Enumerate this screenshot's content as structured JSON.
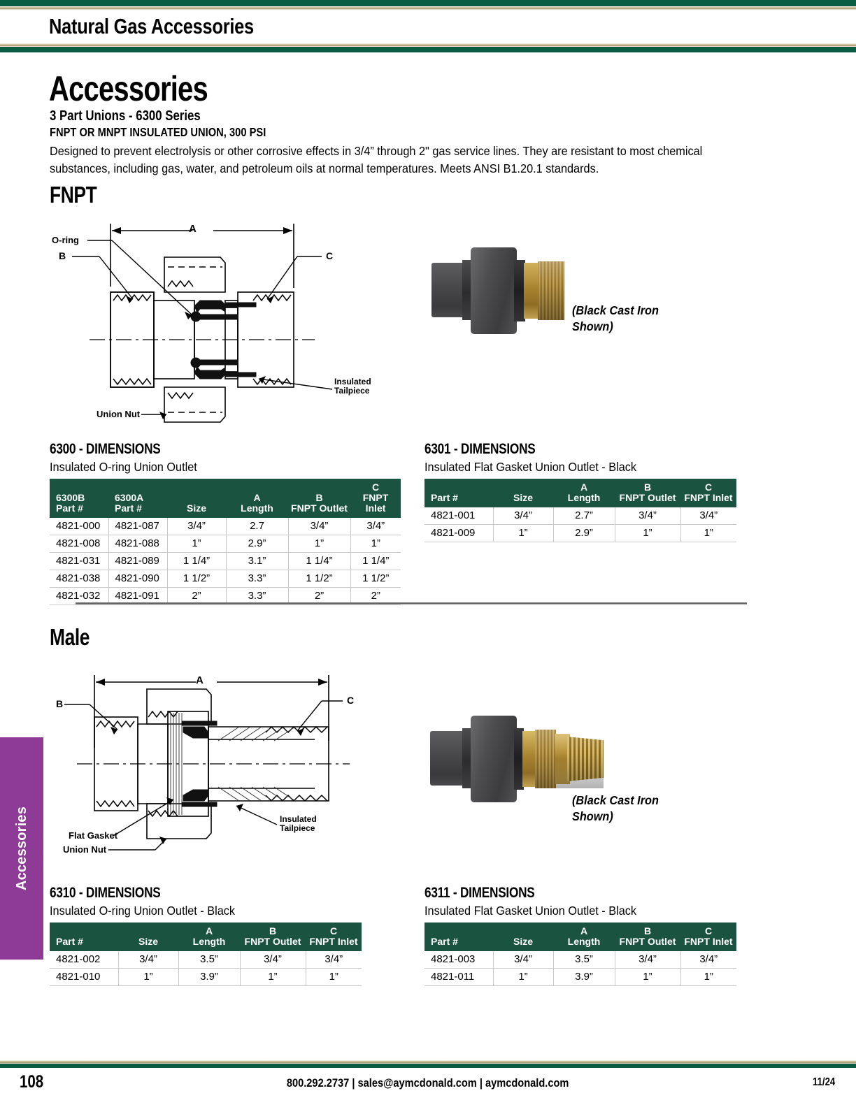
{
  "header": {
    "title": "Natural Gas Accessories"
  },
  "side_tab": {
    "label": "Accessories"
  },
  "page": {
    "title": "Accessories",
    "subtitle1": "3 Part Unions - 6300 Series",
    "subtitle2": "FNPT OR MNPT INSULATED UNION, 300 PSI",
    "description": "Designed to prevent electrolysis or other corrosive effects in 3/4” through 2\" gas service lines. They are resistant to most chemical substances, including gas, water, and petroleum oils at normal temperatures. Meets ANSI B1.20.1 standards."
  },
  "sections": [
    {
      "heading": "FNPT"
    },
    {
      "heading": "Male"
    }
  ],
  "figures": {
    "fnpt": {
      "labels": {
        "a": "A",
        "b": "B",
        "c": "C",
        "oring": "O-ring",
        "union_nut": "Union Nut",
        "insulated_tailpiece_1": "Insulated",
        "insulated_tailpiece_2": "Tailpiece"
      }
    },
    "male": {
      "labels": {
        "a": "A",
        "b": "B",
        "c": "C",
        "flat_gasket": "Flat Gasket",
        "union_nut": "Union Nut",
        "insulated_tailpiece_1": "Insulated",
        "insulated_tailpiece_2": "Tailpiece"
      }
    }
  },
  "photos": {
    "fnpt_caption_line1": "(Black Cast Iron",
    "fnpt_caption_line2": "Shown)",
    "male_caption_line1": "(Black Cast Iron",
    "male_caption_line2": "Shown)"
  },
  "tables": {
    "t6300": {
      "title": "6300 - DIMENSIONS",
      "subtitle": "Insulated O-ring Union Outlet",
      "headers": [
        {
          "top": "6300B",
          "bottom": "Part #"
        },
        {
          "top": "6300A",
          "bottom": "Part #"
        },
        {
          "top": "",
          "bottom": "Size"
        },
        {
          "top": "A",
          "bottom": "Length"
        },
        {
          "top": "B",
          "bottom": "FNPT Outlet"
        },
        {
          "top": "C",
          "bottom": "FNPT Inlet"
        }
      ],
      "rows": [
        [
          "4821-000",
          "4821-087",
          "3/4”",
          "2.7",
          "3/4”",
          "3/4”"
        ],
        [
          "4821-008",
          "4821-088",
          "1”",
          "2.9”",
          "1”",
          "1”"
        ],
        [
          "4821-031",
          "4821-089",
          "1 1/4”",
          "3.1”",
          "1 1/4”",
          "1 1/4”"
        ],
        [
          "4821-038",
          "4821-090",
          "1 1/2”",
          "3.3”",
          "1 1/2”",
          "1 1/2”"
        ],
        [
          "4821-032",
          "4821-091",
          "2”",
          "3.3”",
          "2”",
          "2”"
        ]
      ]
    },
    "t6301": {
      "title": "6301 - DIMENSIONS",
      "subtitle": "Insulated Flat Gasket Union Outlet - Black",
      "headers": [
        {
          "top": "",
          "bottom": "Part #"
        },
        {
          "top": "",
          "bottom": "Size"
        },
        {
          "top": "A",
          "bottom": "Length"
        },
        {
          "top": "B",
          "bottom": "FNPT Outlet"
        },
        {
          "top": "C",
          "bottom": "FNPT Inlet"
        }
      ],
      "rows": [
        [
          "4821-001",
          "3/4”",
          "2.7”",
          "3/4”",
          "3/4”"
        ],
        [
          "4821-009",
          "1”",
          "2.9”",
          "1”",
          "1”"
        ]
      ]
    },
    "t6310": {
      "title": "6310 - DIMENSIONS",
      "subtitle": "Insulated O-ring Union Outlet - Black",
      "headers": [
        {
          "top": "",
          "bottom": "Part #"
        },
        {
          "top": "",
          "bottom": "Size"
        },
        {
          "top": "A",
          "bottom": "Length"
        },
        {
          "top": "B",
          "bottom": "FNPT Outlet"
        },
        {
          "top": "C",
          "bottom": "FNPT Inlet"
        }
      ],
      "rows": [
        [
          "4821-002",
          "3/4”",
          "3.5”",
          "3/4”",
          "3/4”"
        ],
        [
          "4821-010",
          "1”",
          "3.9”",
          "1”",
          "1”"
        ]
      ]
    },
    "t6311": {
      "title": "6311 - DIMENSIONS",
      "subtitle": "Insulated Flat Gasket Union Outlet - Black",
      "headers": [
        {
          "top": "",
          "bottom": "Part #"
        },
        {
          "top": "",
          "bottom": "Size"
        },
        {
          "top": "A",
          "bottom": "Length"
        },
        {
          "top": "B",
          "bottom": "FNPT Outlet"
        },
        {
          "top": "C",
          "bottom": "FNPT Inlet"
        }
      ],
      "rows": [
        [
          "4821-003",
          "3/4”",
          "3.5”",
          "3/4”",
          "3/4”"
        ],
        [
          "4821-011",
          "1”",
          "3.9”",
          "1”",
          "1”"
        ]
      ]
    }
  },
  "footer": {
    "page_number": "108",
    "contact": "800.292.2737  |  sales@aymcdonald.com  |  aymcdonald.com",
    "date_code": "11/24"
  },
  "colors": {
    "brand_green": "#0a5c42",
    "table_header_green": "#1a5340",
    "tab_purple": "#8e3b98",
    "rule_tan": "#a89468"
  }
}
